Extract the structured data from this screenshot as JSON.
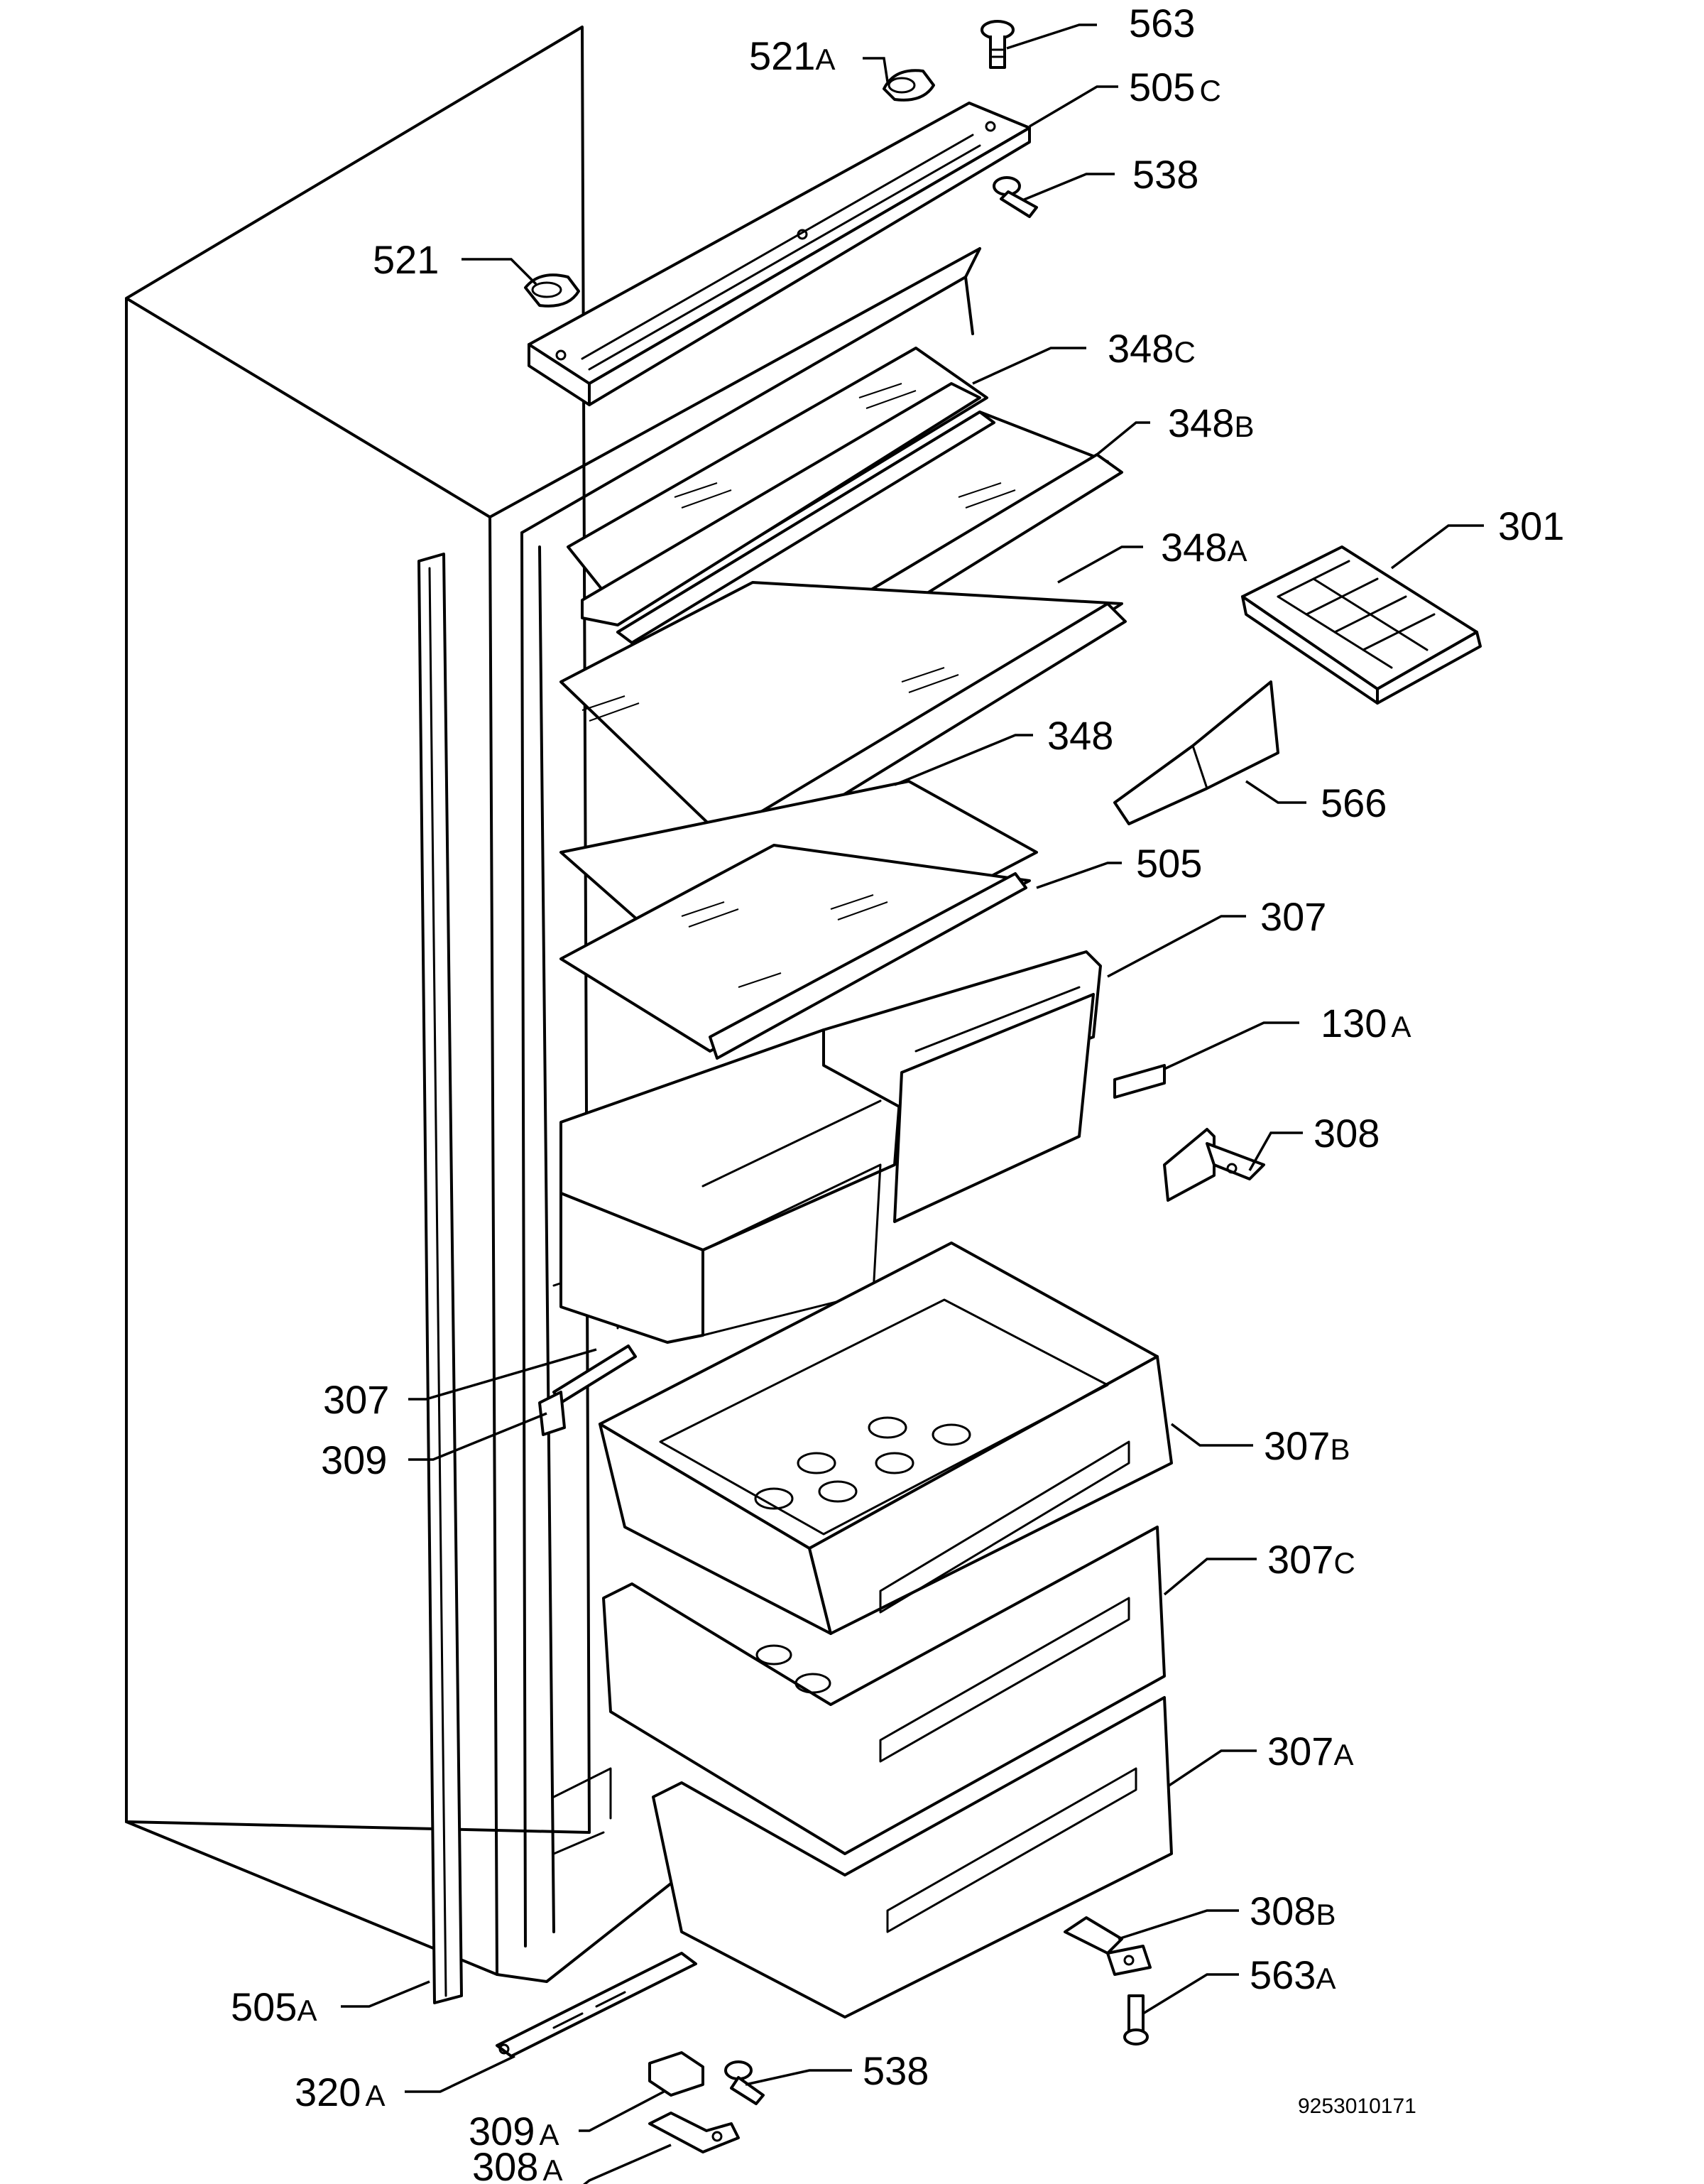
{
  "labels": {
    "l563": {
      "num": "563",
      "suf": ""
    },
    "l521a": {
      "num": "521",
      "suf": "A"
    },
    "l505c": {
      "num": "505",
      "suf": "C"
    },
    "l538t": {
      "num": "538",
      "suf": ""
    },
    "l521": {
      "num": "521",
      "suf": ""
    },
    "l348c": {
      "num": "348",
      "suf": "C"
    },
    "l348b": {
      "num": "348",
      "suf": "B"
    },
    "l348a": {
      "num": "348",
      "suf": "A"
    },
    "l301": {
      "num": "301",
      "suf": ""
    },
    "l348": {
      "num": "348",
      "suf": ""
    },
    "l566": {
      "num": "566",
      "suf": ""
    },
    "l505": {
      "num": "505",
      "suf": ""
    },
    "l307t": {
      "num": "307",
      "suf": ""
    },
    "l130a": {
      "num": "130",
      "suf": "A"
    },
    "l308": {
      "num": "308",
      "suf": ""
    },
    "l307l": {
      "num": "307",
      "suf": ""
    },
    "l309": {
      "num": "309",
      "suf": ""
    },
    "l307b": {
      "num": "307",
      "suf": "B"
    },
    "l307c": {
      "num": "307",
      "suf": "C"
    },
    "l307a": {
      "num": "307",
      "suf": "A"
    },
    "l308b": {
      "num": "308",
      "suf": "B"
    },
    "l563a": {
      "num": "563",
      "suf": "A"
    },
    "l505a": {
      "num": "505",
      "suf": "A"
    },
    "l320a": {
      "num": "320",
      "suf": "A"
    },
    "l538b": {
      "num": "538",
      "suf": ""
    },
    "l309a": {
      "num": "309",
      "suf": "A"
    },
    "l308a": {
      "num": "308",
      "suf": "A"
    }
  },
  "document_id": "9253010171"
}
